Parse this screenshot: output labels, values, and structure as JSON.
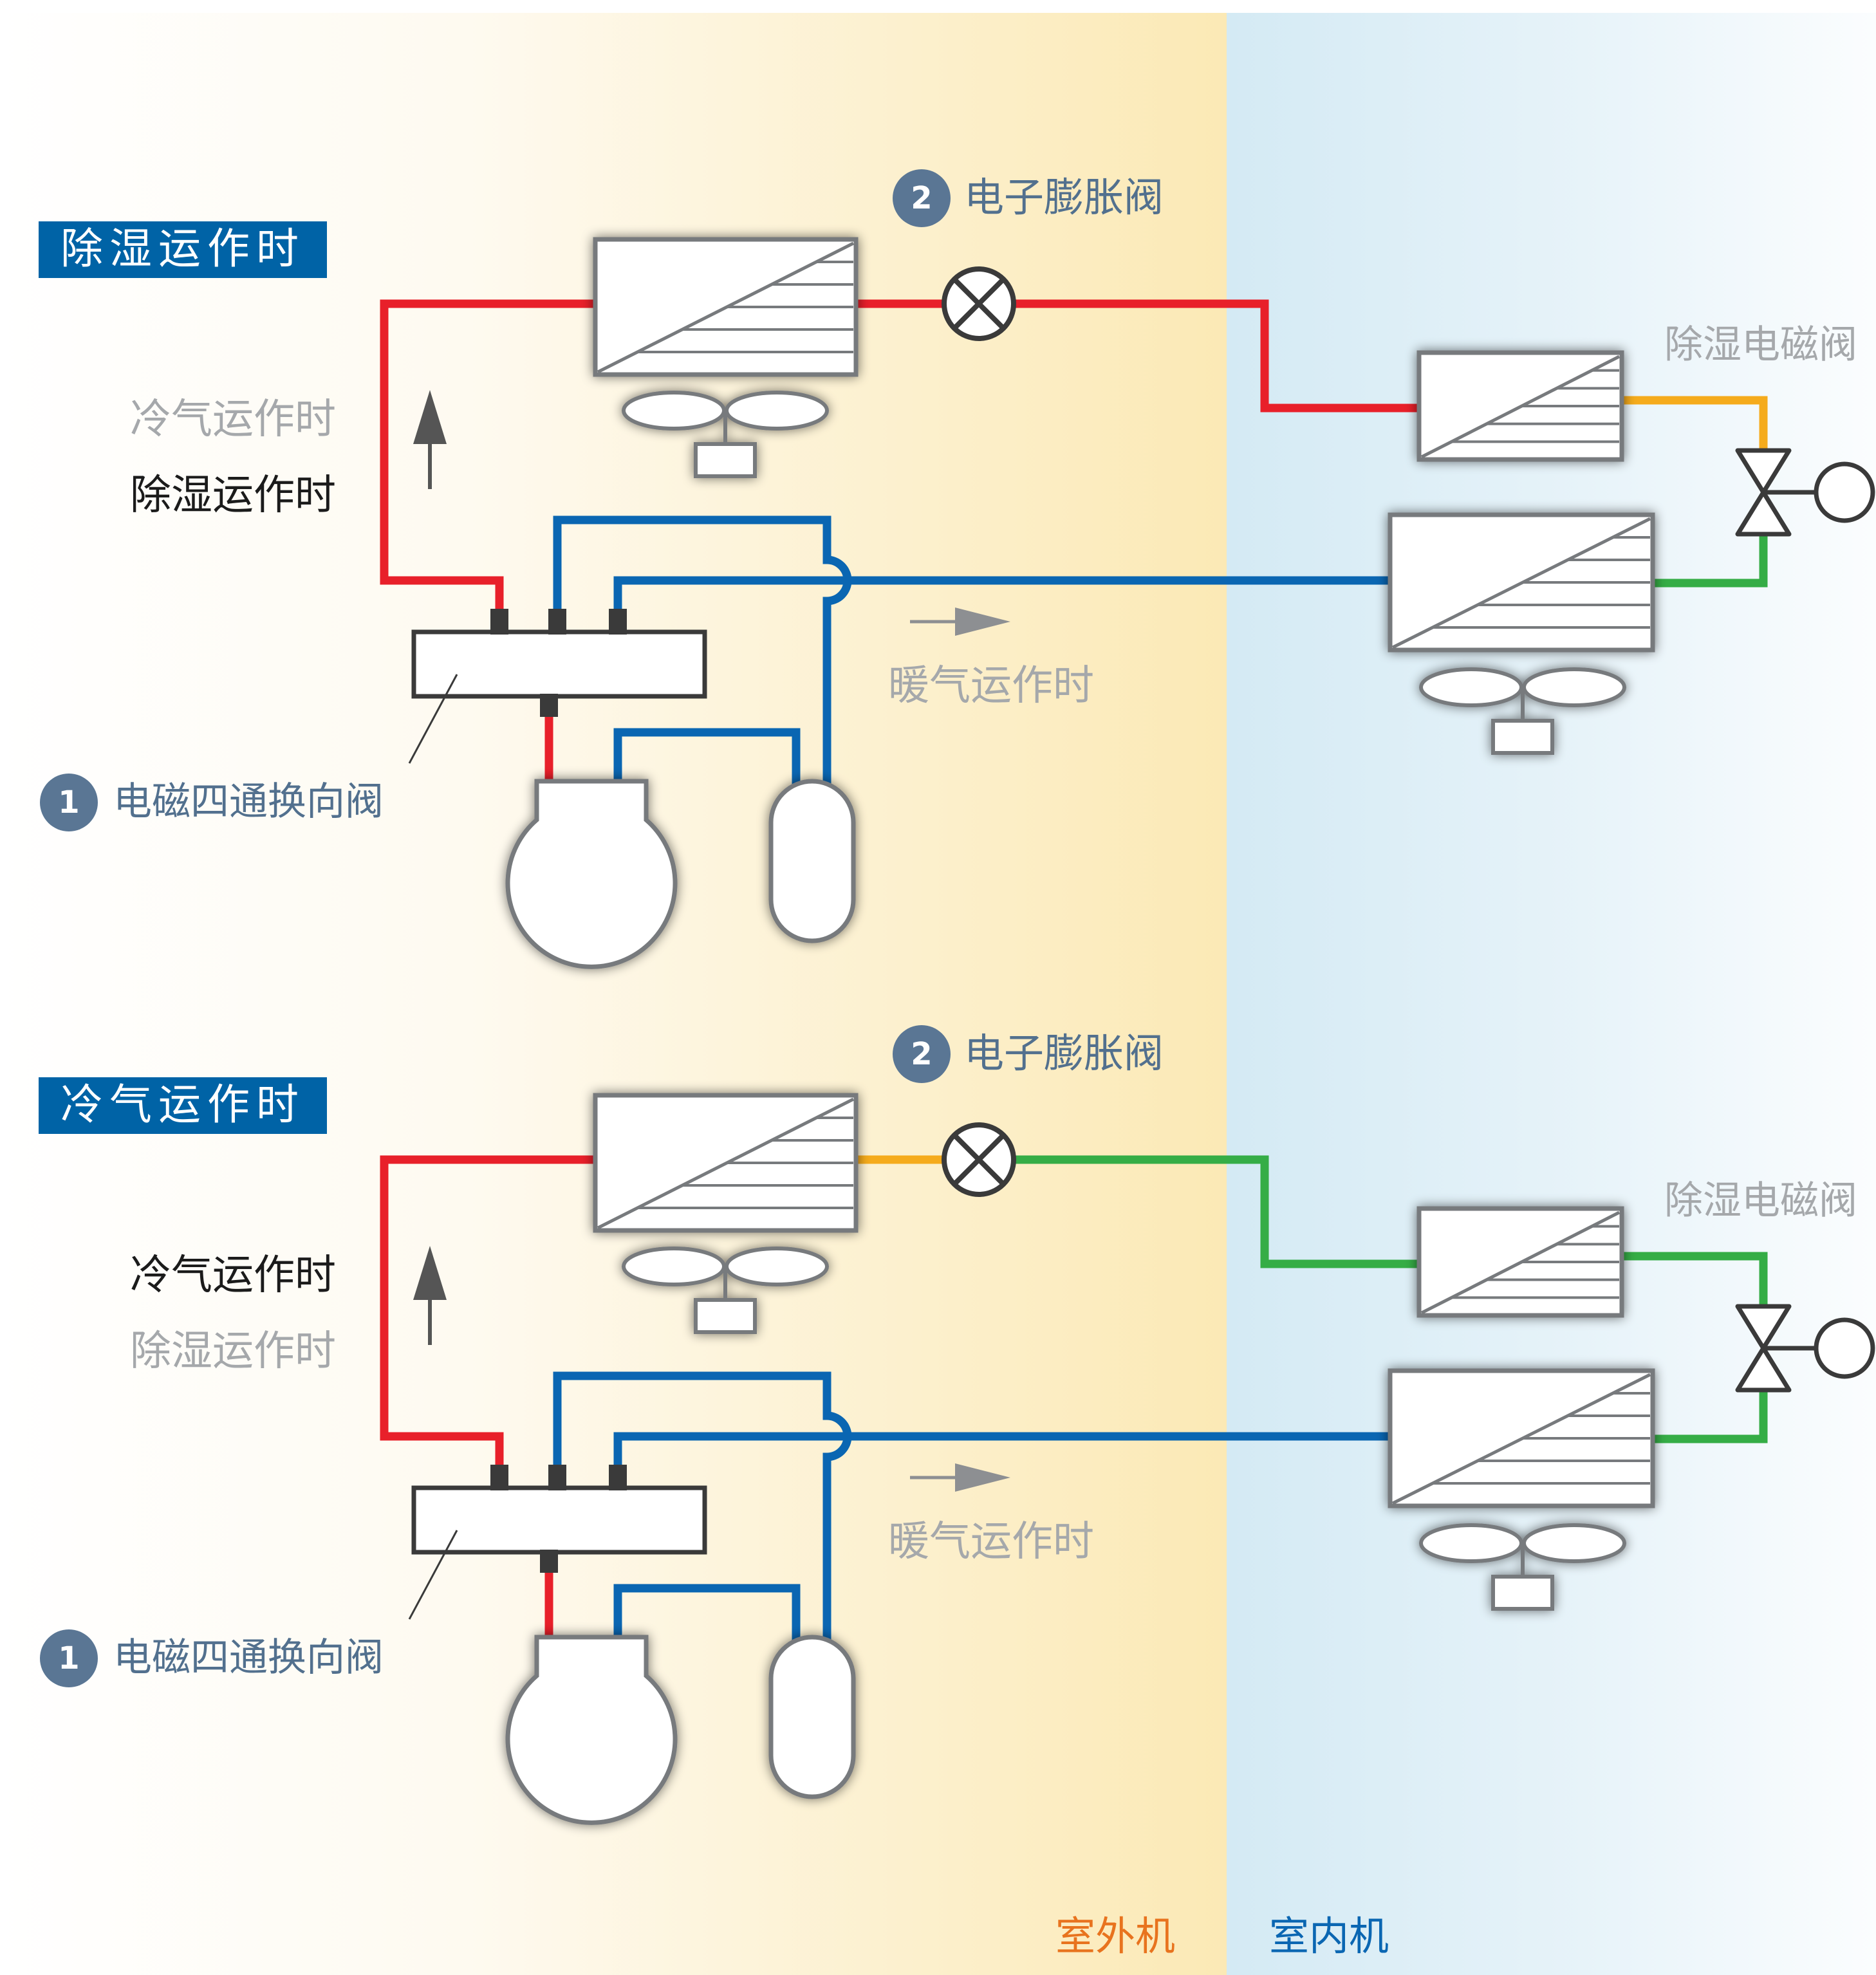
{
  "colors": {
    "refrigerant_hot": "#e8202a",
    "refrigerant_cold": "#0a66b2",
    "refrigerant_warm": "#f5ab1c",
    "refrigerant_cool": "#35ad46",
    "outdoor_tint": "#fbe9b5",
    "indoor_tint": "#d6ebf4",
    "title_badge": "#0063a6",
    "number_badge": "#5a7694",
    "outdoor_text": "#e8731e",
    "indoor_text": "#0a66b2"
  },
  "zones": {
    "outdoor": "室外机",
    "indoor": "室内机"
  },
  "panels": [
    {
      "title": "除湿运作时",
      "mode_cooling": "冷气运作时",
      "mode_dehumid": "除湿运作时",
      "active_mode": "dehumid",
      "mode_heating": "暖气运作时",
      "expansion_valve_no": "2",
      "expansion_valve": "电子膨胀阀",
      "four_way_valve_no": "1",
      "four_way_valve": "电磁四通换向阀",
      "dehumid_valve": "除湿电磁阀",
      "pipe_outdoor_to_ev": "hot",
      "pipe_ev_to_indoor": "hot",
      "pipe_upper_coil_out": "warm",
      "pipe_lower_coil_in": "cool"
    },
    {
      "title": "冷气运作时",
      "mode_cooling": "冷气运作时",
      "mode_dehumid": "除湿运作时",
      "active_mode": "cooling",
      "mode_heating": "暖气运作时",
      "expansion_valve_no": "2",
      "expansion_valve": "电子膨胀阀",
      "four_way_valve_no": "1",
      "four_way_valve": "电磁四通换向阀",
      "dehumid_valve": "除湿电磁阀",
      "pipe_outdoor_to_ev": "warm",
      "pipe_ev_to_indoor": "cool",
      "pipe_upper_coil_out": "cool",
      "pipe_lower_coil_in": "cool"
    }
  ]
}
